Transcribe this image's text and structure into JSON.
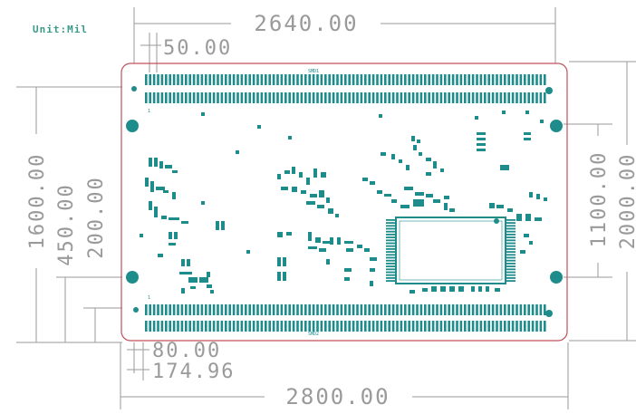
{
  "unit_label": "Unit:Mil",
  "dimensions": {
    "top_width": "2640.00",
    "top_offset": "50.00",
    "bottom_width": "2800.00",
    "bottom_offset_a": "80.00",
    "bottom_offset_b": "174.96",
    "left_height": "1600.00",
    "left_offset_a": "450.00",
    "left_offset_b": "200.00",
    "right_inner": "1100.00",
    "right_outer": "2000.00"
  },
  "connectors": {
    "top_label": "SMD1",
    "bottom_label": "SMD2",
    "pin_label": "1"
  },
  "colors": {
    "board_outline": "#c0505a",
    "copper": "#1f8c8c",
    "dimension": "#9a9a9a",
    "unit_text": "#3a9a8a"
  },
  "icons": [
    "mounting-hole-icon",
    "qfp-chip-icon"
  ]
}
